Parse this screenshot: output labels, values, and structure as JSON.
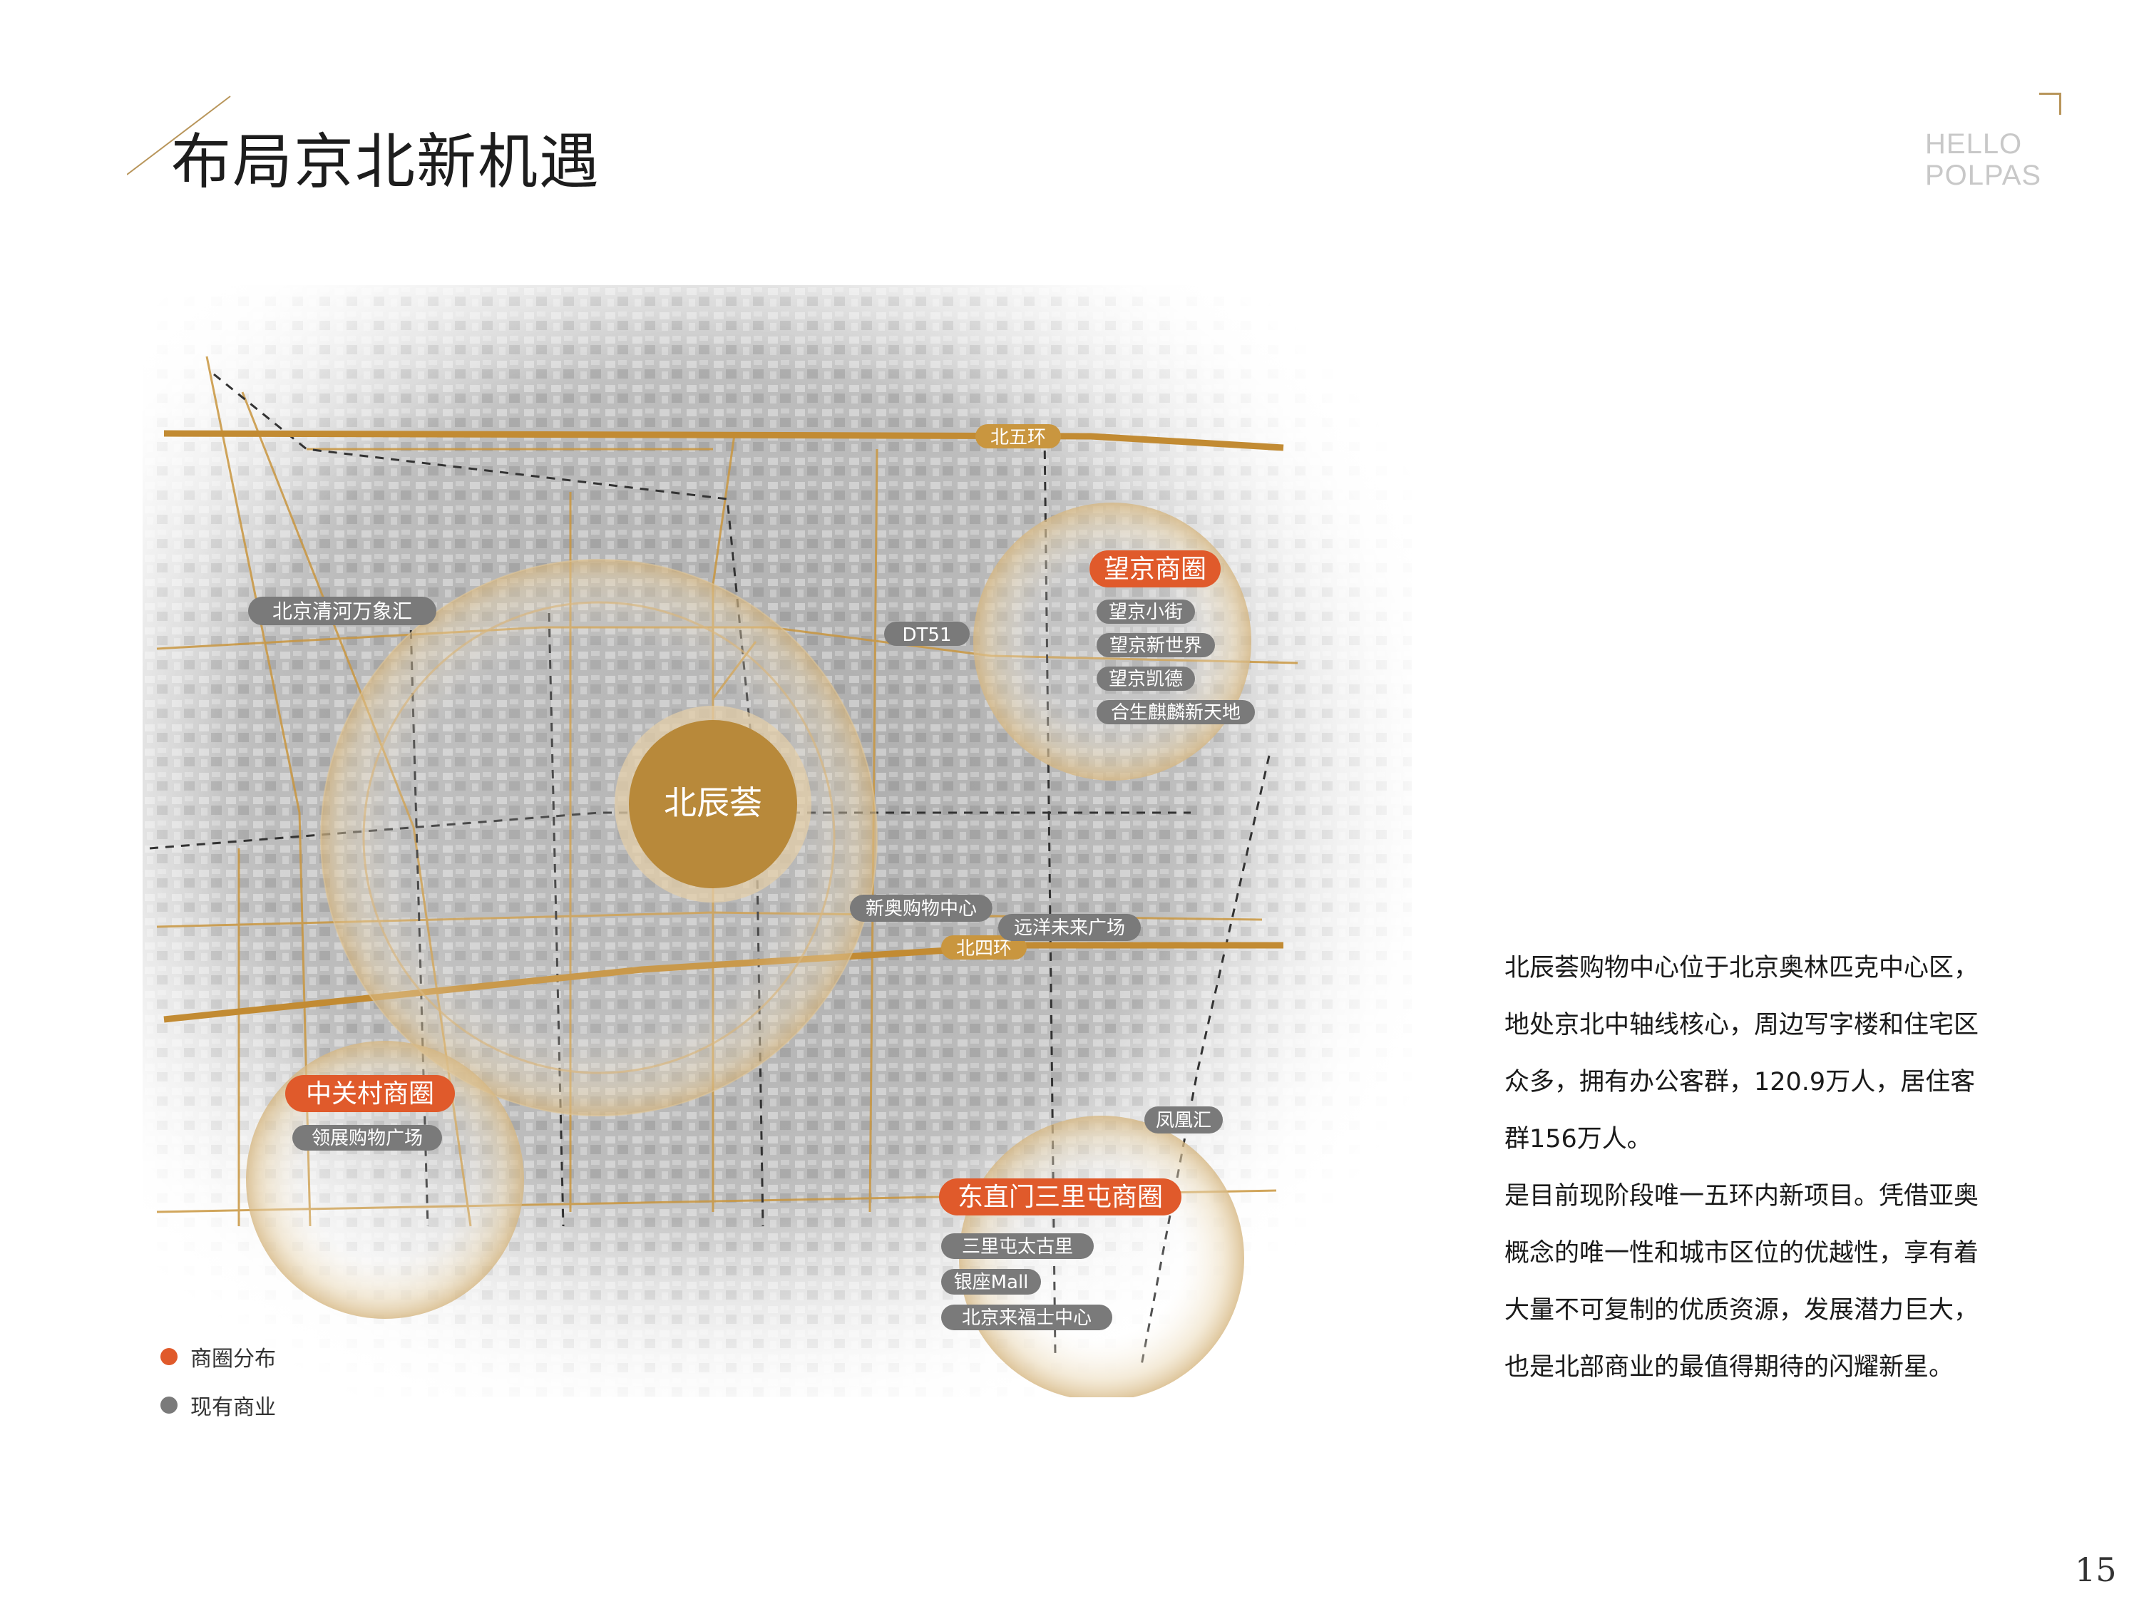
{
  "title": "布局京北新机遇",
  "brand": {
    "line1": "HELLO",
    "line2": "POLPAS"
  },
  "page_number": "15",
  "colors": {
    "gold": "#c79a4b",
    "road_gold": "#c9963f",
    "center_fill": "#b8893a",
    "district_red": "#e05a2b",
    "existing_gray": "#7a7a7a",
    "text_dark": "#1a1a1a"
  },
  "map": {
    "center": "北辰荟",
    "ring_roads": [
      "北五环",
      "北四环"
    ],
    "dt_label": "DT51",
    "districts": [
      {
        "name": "望京商圈",
        "malls": [
          "望京小街",
          "望京新世界",
          "望京凯德",
          "合生麒麟新天地"
        ]
      },
      {
        "name": "中关村商圈",
        "malls": [
          "领展购物广场"
        ]
      },
      {
        "name": "东直门三里屯商圈",
        "malls": [
          "三里屯太古里",
          "银座Mall",
          "北京来福士中心"
        ]
      }
    ],
    "standalone_malls": [
      "北京清河万象汇",
      "新奥购物中心",
      "远洋未来广场",
      "凤凰汇"
    ]
  },
  "legend": [
    {
      "label": "商圈分布",
      "color": "#e05a2b"
    },
    {
      "label": "现有商业",
      "color": "#7a7a7a"
    }
  ],
  "description": [
    "北辰荟购物中心位于北京奥林匹克中心区，",
    "地处京北中轴线核心，周边写字楼和住宅区",
    "众多，拥有办公客群，120.9万人，居住客",
    "群156万人。",
    "是目前现阶段唯一五环内新项目。凭借亚奥",
    "概念的唯一性和城市区位的优越性，享有着",
    "大量不可复制的优质资源，发展潜力巨大，",
    "也是北部商业的最值得期待的闪耀新星。"
  ]
}
